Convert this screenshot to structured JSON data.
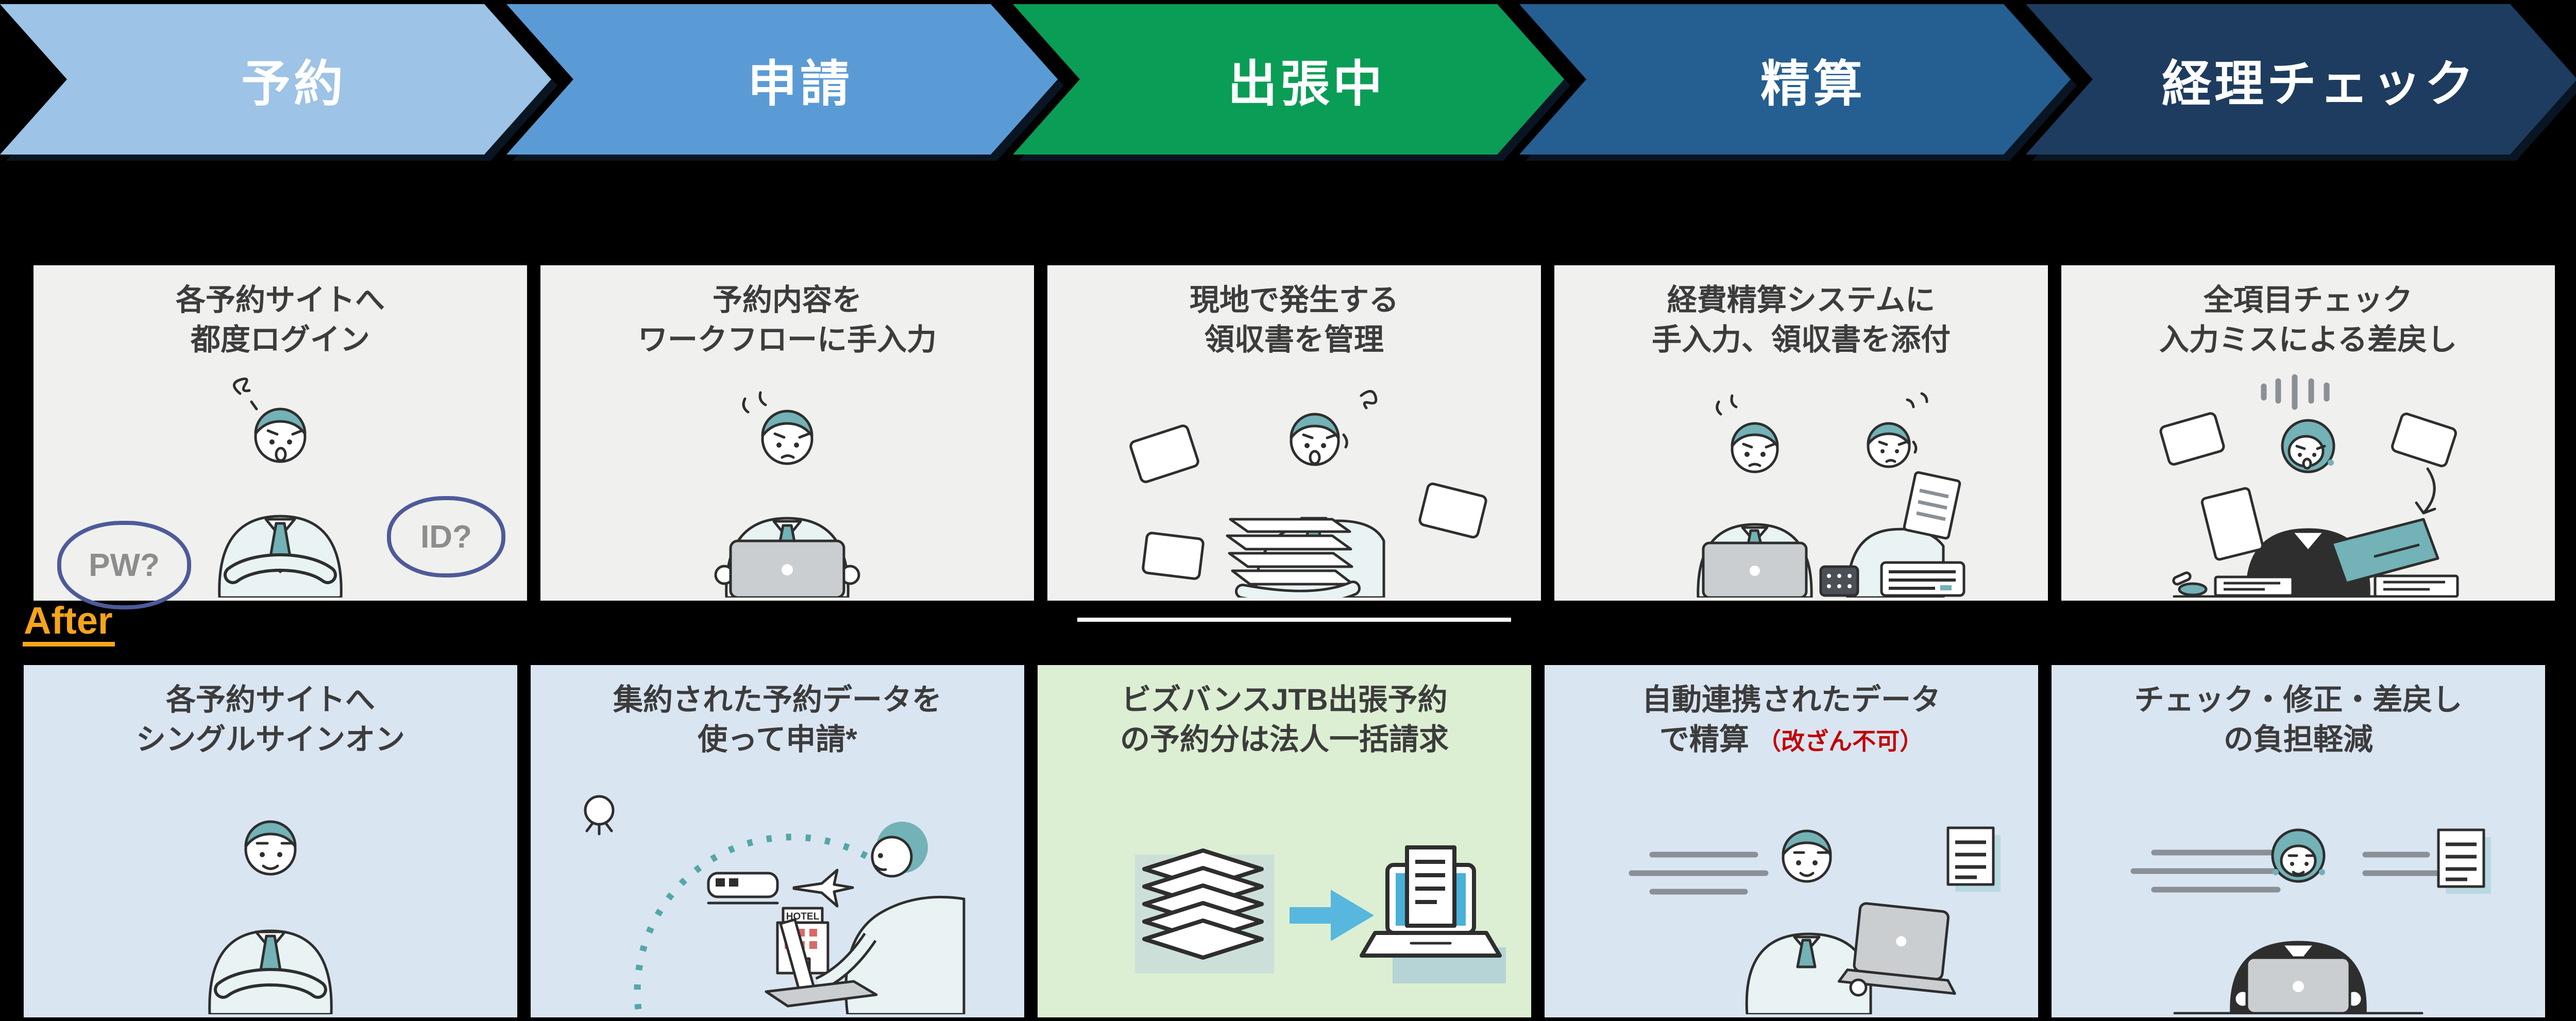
{
  "palette": {
    "background": "#000000",
    "stage_colors": [
      "#9DC3E6",
      "#5B9BD5",
      "#0A9D56",
      "#255E91",
      "#1E3C5F"
    ],
    "before_card_bg": "#F0F0EE",
    "after_card_bg": "#DAE5F2",
    "after_card_green_bg": "#DCEFD2",
    "after_label_color": "#F7A41C",
    "title_text_color": "#3C3C3C",
    "alert_red": "#C00000",
    "illustration_teal": "#73B2B6",
    "arrow_blue": "#58B7DE"
  },
  "stages": [
    {
      "label": "予約",
      "color": "#9DC3E6"
    },
    {
      "label": "申請",
      "color": "#5B9BD5"
    },
    {
      "label": "出張中",
      "color": "#0A9D56"
    },
    {
      "label": "精算",
      "color": "#255E91"
    },
    {
      "label": "経理チェック",
      "color": "#1E3C5F"
    }
  ],
  "after_label": "After",
  "hotel_label": "HOTEL",
  "rows": {
    "before": {
      "cards": [
        {
          "line1": "各予約サイトへ",
          "line2": "都度ログイン",
          "bubble_left": "PW?",
          "bubble_right": "ID?"
        },
        {
          "line1": "予約内容を",
          "line2": "ワークフローに手入力"
        },
        {
          "line1": "現地で発生する",
          "line2": "領収書を管理"
        },
        {
          "line1": "経費精算システムに",
          "line2": "手入力、領収書を添付"
        },
        {
          "line1": "全項目チェック",
          "line2": "入力ミスによる差戻し"
        }
      ]
    },
    "after": {
      "cards": [
        {
          "line1": "各予約サイトへ",
          "line2": "シングルサインオン"
        },
        {
          "line1": "集約された予約データを",
          "line2": "使って申請*"
        },
        {
          "line1": "ビズバンスJTB出張予約",
          "line2": "の予約分は法人一括請求"
        },
        {
          "line1": "自動連携されたデータ",
          "line2": "で精算",
          "note": "（改ざん不可）"
        },
        {
          "line1": "チェック・修正・差戻し",
          "line2": "の負担軽減"
        }
      ]
    }
  }
}
